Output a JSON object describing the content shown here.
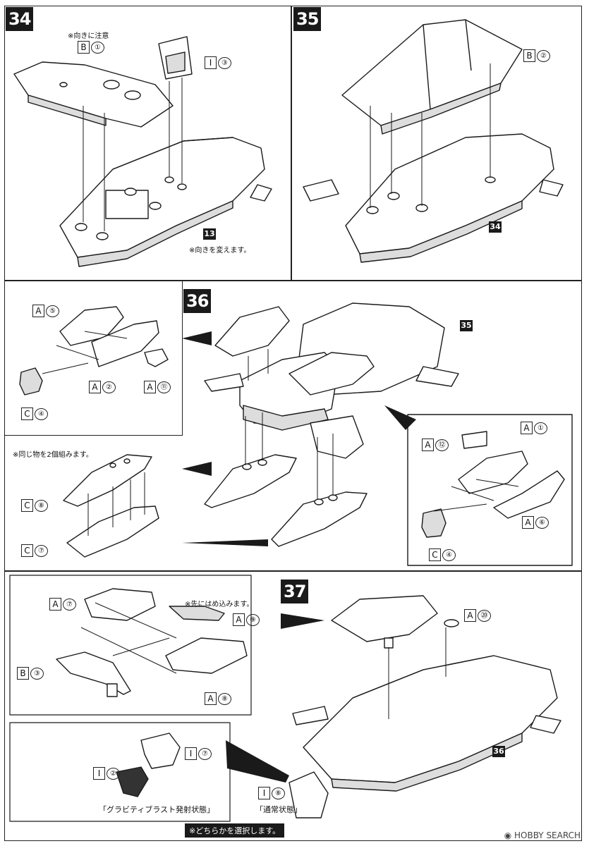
{
  "steps": {
    "s34": {
      "label": "34",
      "note_top": "※向きに注意",
      "note_bottom": "※向きを変えます。",
      "ref": "13",
      "parts": [
        {
          "letter": "B",
          "num": "①"
        },
        {
          "letter": "I",
          "num": "③"
        }
      ]
    },
    "s35": {
      "label": "35",
      "ref": "34",
      "parts": [
        {
          "letter": "B",
          "num": "②"
        }
      ]
    },
    "s36": {
      "label": "36",
      "ref": "35",
      "note_mid": "※同じ物を2個組みます。",
      "parts_left": [
        {
          "letter": "A",
          "num": "⑤"
        },
        {
          "letter": "A",
          "num": "②"
        },
        {
          "letter": "A",
          "num": "⑪"
        },
        {
          "letter": "C",
          "num": "④"
        }
      ],
      "parts_pod": [
        {
          "letter": "C",
          "num": "⑧"
        },
        {
          "letter": "C",
          "num": "⑦"
        }
      ],
      "parts_right": [
        {
          "letter": "A",
          "num": "⑫"
        },
        {
          "letter": "A",
          "num": "①"
        },
        {
          "letter": "A",
          "num": "⑥"
        },
        {
          "letter": "C",
          "num": "④"
        }
      ]
    },
    "s37": {
      "label": "37",
      "ref": "36",
      "note_top": "※先にはめ込みます。",
      "parts_left": [
        {
          "letter": "A",
          "num": "⑦"
        },
        {
          "letter": "A",
          "num": "⑨"
        },
        {
          "letter": "B",
          "num": "③"
        },
        {
          "letter": "A",
          "num": "⑧"
        }
      ],
      "parts_bottom": [
        {
          "letter": "I",
          "num": "⑦"
        },
        {
          "letter": "I",
          "num": "②"
        },
        {
          "letter": "I",
          "num": "⑧"
        }
      ],
      "parts_main": [
        {
          "letter": "A",
          "num": "⑳"
        }
      ],
      "caption_left": "「グラビティブラスト発射状態」",
      "caption_right": "「通常状態」",
      "choose": "※どちらかを選択します。"
    }
  },
  "watermark": "HOBBY SEARCH",
  "colors": {
    "line": "#1a1a1a",
    "fill": "#ffffff",
    "shade": "#d8d8d8"
  }
}
